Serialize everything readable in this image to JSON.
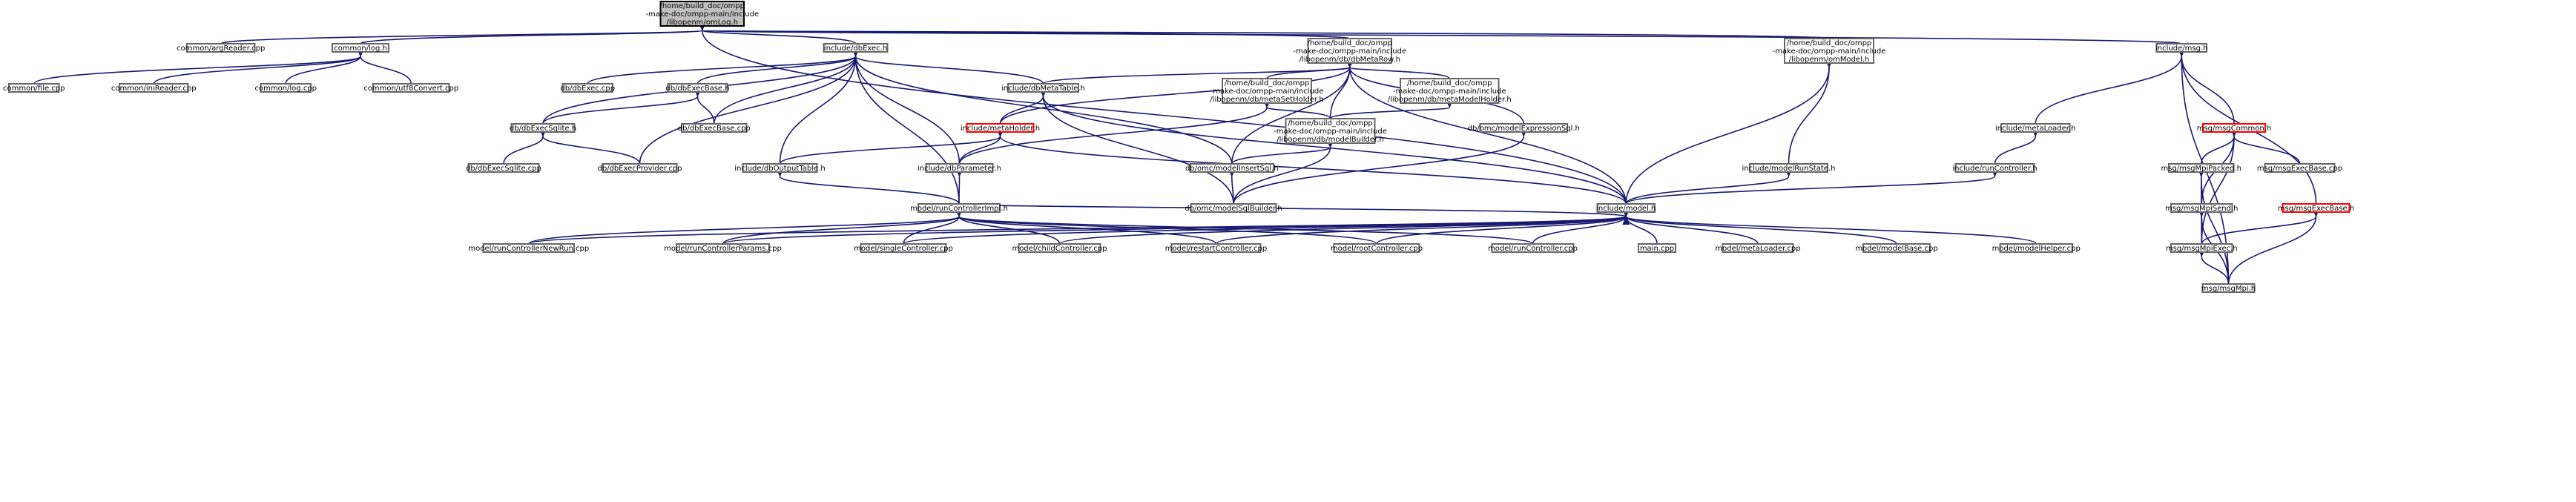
{
  "nodes": [
    {
      "id": "root",
      "lines": [
        "/home/build_doc/ompp",
        "-make-doc/ompp-main/include",
        "/libopenm/omLog.h"
      ],
      "kind": "root"
    },
    {
      "id": "argReader",
      "lines": [
        "common/argReader.cpp"
      ],
      "kind": "normal"
    },
    {
      "id": "log_h",
      "lines": [
        "common/log.h"
      ],
      "kind": "normal"
    },
    {
      "id": "dbExec_h",
      "lines": [
        "include/dbExec.h"
      ],
      "kind": "normal"
    },
    {
      "id": "dbMetaRow",
      "lines": [
        "/home/build_doc/ompp",
        "-make-doc/ompp-main/include",
        "/libopenm/db/dbMetaRow.h"
      ],
      "kind": "normal"
    },
    {
      "id": "omModel_h",
      "lines": [
        "/home/build_doc/ompp",
        "-make-doc/ompp-main/include",
        "/libopenm/omModel.h"
      ],
      "kind": "normal"
    },
    {
      "id": "msg_h",
      "lines": [
        "include/msg.h"
      ],
      "kind": "normal"
    },
    {
      "id": "file_cpp",
      "lines": [
        "common/file.cpp"
      ],
      "kind": "normal"
    },
    {
      "id": "iniReader",
      "lines": [
        "common/iniReader.cpp"
      ],
      "kind": "normal"
    },
    {
      "id": "log_cpp",
      "lines": [
        "common/log.cpp"
      ],
      "kind": "normal"
    },
    {
      "id": "utf8",
      "lines": [
        "common/utf8Convert.cpp"
      ],
      "kind": "normal"
    },
    {
      "id": "dbExec_cpp",
      "lines": [
        "db/dbExec.cpp"
      ],
      "kind": "normal"
    },
    {
      "id": "dbExecBase_h",
      "lines": [
        "db/dbExecBase.h"
      ],
      "kind": "normal"
    },
    {
      "id": "dbMetaTable",
      "lines": [
        "include/dbMetaTable.h"
      ],
      "kind": "normal"
    },
    {
      "id": "metaSetHolder",
      "lines": [
        "/home/build_doc/ompp",
        "-make-doc/ompp-main/include",
        "/libopenm/db/metaSetHolder.h"
      ],
      "kind": "normal"
    },
    {
      "id": "metaModelHolder",
      "lines": [
        "/home/build_doc/ompp",
        "-make-doc/ompp-main/include",
        "/libopenm/db/metaModelHolder.h"
      ],
      "kind": "normal"
    },
    {
      "id": "dbExecSqlite_h",
      "lines": [
        "db/dbExecSqlite.h"
      ],
      "kind": "normal"
    },
    {
      "id": "dbExecBase_cpp",
      "lines": [
        "db/dbExecBase.cpp"
      ],
      "kind": "normal"
    },
    {
      "id": "metaHolder",
      "lines": [
        "include/metaHolder.h"
      ],
      "kind": "red"
    },
    {
      "id": "modelBuilder",
      "lines": [
        "/home/build_doc/ompp",
        "-make-doc/ompp-main/include",
        "/libopenm/db/modelBuilder.h"
      ],
      "kind": "normal"
    },
    {
      "id": "modelExprSql",
      "lines": [
        "db/omc/modelExpressionSql.h"
      ],
      "kind": "normal"
    },
    {
      "id": "metaLoader_h",
      "lines": [
        "include/metaLoader.h"
      ],
      "kind": "normal"
    },
    {
      "id": "msgCommon",
      "lines": [
        "msg/msgCommon.h"
      ],
      "kind": "red"
    },
    {
      "id": "dbExecSqlite_cpp",
      "lines": [
        "db/dbExecSqlite.cpp"
      ],
      "kind": "normal"
    },
    {
      "id": "dbExecProvider",
      "lines": [
        "db/dbExecProvider.cpp"
      ],
      "kind": "normal"
    },
    {
      "id": "dbOutputTable",
      "lines": [
        "include/dbOutputTable.h"
      ],
      "kind": "normal"
    },
    {
      "id": "dbParameter",
      "lines": [
        "include/dbParameter.h"
      ],
      "kind": "normal"
    },
    {
      "id": "modelInsertSql",
      "lines": [
        "db/omc/modelInsertSql.h"
      ],
      "kind": "normal"
    },
    {
      "id": "modelRunState",
      "lines": [
        "include/modelRunState.h"
      ],
      "kind": "normal"
    },
    {
      "id": "runController_h",
      "lines": [
        "include/runController.h"
      ],
      "kind": "normal"
    },
    {
      "id": "msgMpiPacked",
      "lines": [
        "msg/msgMpiPacked.h"
      ],
      "kind": "normal"
    },
    {
      "id": "msgExecBase_cpp",
      "lines": [
        "msg/msgExecBase.cpp"
      ],
      "kind": "normal"
    },
    {
      "id": "runCtrlImpl",
      "lines": [
        "model/runControllerImpl.h"
      ],
      "kind": "normal"
    },
    {
      "id": "modelSqlBuilder",
      "lines": [
        "db/omc/modelSqlBuilder.h"
      ],
      "kind": "normal"
    },
    {
      "id": "model_h",
      "lines": [
        "include/model.h"
      ],
      "kind": "normal"
    },
    {
      "id": "msgMpiSend",
      "lines": [
        "msg/msgMpiSend.h"
      ],
      "kind": "normal"
    },
    {
      "id": "msgExecBase_h",
      "lines": [
        "msg/msgExecBase.h"
      ],
      "kind": "red"
    },
    {
      "id": "runCtrlNewRun",
      "lines": [
        "model/runControllerNewRun.cpp"
      ],
      "kind": "normal"
    },
    {
      "id": "runCtrlParams",
      "lines": [
        "model/runControllerParams.cpp"
      ],
      "kind": "normal"
    },
    {
      "id": "singleCtrl",
      "lines": [
        "model/singleController.cpp"
      ],
      "kind": "normal"
    },
    {
      "id": "childCtrl",
      "lines": [
        "model/childController.cpp"
      ],
      "kind": "normal"
    },
    {
      "id": "restartCtrl",
      "lines": [
        "model/restartController.cpp"
      ],
      "kind": "normal"
    },
    {
      "id": "rootCtrl",
      "lines": [
        "model/rootController.cpp"
      ],
      "kind": "normal"
    },
    {
      "id": "runCtrl_cpp",
      "lines": [
        "model/runController.cpp"
      ],
      "kind": "normal"
    },
    {
      "id": "main_cpp",
      "lines": [
        "main.cpp"
      ],
      "kind": "normal"
    },
    {
      "id": "metaLoader_cpp",
      "lines": [
        "model/metaLoader.cpp"
      ],
      "kind": "normal"
    },
    {
      "id": "modelBase",
      "lines": [
        "model/modelBase.cpp"
      ],
      "kind": "normal"
    },
    {
      "id": "modelHelper",
      "lines": [
        "model/modelHelper.cpp"
      ],
      "kind": "normal"
    },
    {
      "id": "msgMpiExec",
      "lines": [
        "msg/msgMpiExec.h"
      ],
      "kind": "normal"
    },
    {
      "id": "msgMpi_h",
      "lines": [
        "msg/msgMpi.h"
      ],
      "kind": "normal"
    }
  ],
  "edges": [
    [
      "root",
      "argReader"
    ],
    [
      "root",
      "log_h"
    ],
    [
      "root",
      "dbExec_h"
    ],
    [
      "root",
      "dbMetaRow"
    ],
    [
      "root",
      "omModel_h"
    ],
    [
      "root",
      "msg_h"
    ],
    [
      "root",
      "model_h"
    ],
    [
      "log_h",
      "file_cpp"
    ],
    [
      "log_h",
      "iniReader"
    ],
    [
      "log_h",
      "log_cpp"
    ],
    [
      "log_h",
      "utf8"
    ],
    [
      "dbExec_h",
      "dbExec_cpp"
    ],
    [
      "dbExec_h",
      "dbExecBase_h"
    ],
    [
      "dbExec_h",
      "dbMetaTable"
    ],
    [
      "dbExec_h",
      "dbExecSqlite_h"
    ],
    [
      "dbExec_h",
      "dbExecBase_cpp"
    ],
    [
      "dbExec_h",
      "dbExecProvider"
    ],
    [
      "dbExec_h",
      "dbOutputTable"
    ],
    [
      "dbExec_h",
      "dbParameter"
    ],
    [
      "dbExec_h",
      "modelInsertSql"
    ],
    [
      "dbExec_h",
      "runCtrlImpl"
    ],
    [
      "dbExecBase_h",
      "dbExecSqlite_h"
    ],
    [
      "dbExecBase_h",
      "dbExecBase_cpp"
    ],
    [
      "dbExecSqlite_h",
      "dbExecSqlite_cpp"
    ],
    [
      "dbExecSqlite_h",
      "dbExecProvider"
    ],
    [
      "dbMetaRow",
      "dbMetaTable"
    ],
    [
      "dbMetaRow",
      "metaSetHolder"
    ],
    [
      "dbMetaRow",
      "metaModelHolder"
    ],
    [
      "dbMetaRow",
      "metaHolder"
    ],
    [
      "dbMetaRow",
      "modelBuilder"
    ],
    [
      "dbMetaRow",
      "modelExprSql"
    ],
    [
      "dbMetaRow",
      "modelInsertSql"
    ],
    [
      "dbMetaRow",
      "model_h"
    ],
    [
      "dbMetaTable",
      "metaHolder"
    ],
    [
      "dbMetaTable",
      "modelSqlBuilder"
    ],
    [
      "dbMetaTable",
      "model_h"
    ],
    [
      "metaSetHolder",
      "modelBuilder"
    ],
    [
      "metaSetHolder",
      "dbParameter"
    ],
    [
      "metaModelHolder",
      "modelBuilder"
    ],
    [
      "modelBuilder",
      "modelInsertSql"
    ],
    [
      "modelBuilder",
      "modelSqlBuilder"
    ],
    [
      "modelExprSql",
      "modelSqlBuilder"
    ],
    [
      "modelInsertSql",
      "modelSqlBuilder"
    ],
    [
      "metaHolder",
      "dbOutputTable"
    ],
    [
      "metaHolder",
      "dbParameter"
    ],
    [
      "metaHolder",
      "model_h"
    ],
    [
      "dbOutputTable",
      "runCtrlImpl"
    ],
    [
      "dbParameter",
      "runCtrlImpl"
    ],
    [
      "omModel_h",
      "modelRunState"
    ],
    [
      "omModel_h",
      "model_h"
    ],
    [
      "modelRunState",
      "model_h"
    ],
    [
      "runController_h",
      "model_h"
    ],
    [
      "msg_h",
      "metaLoader_h"
    ],
    [
      "msg_h",
      "msgCommon"
    ],
    [
      "msg_h",
      "msgExecBase_h"
    ],
    [
      "msg_h",
      "msgMpi_h"
    ],
    [
      "metaLoader_h",
      "runController_h"
    ],
    [
      "msgCommon",
      "msgMpiPacked"
    ],
    [
      "msgCommon",
      "msgExecBase_cpp"
    ],
    [
      "msgCommon",
      "msgMpiSend"
    ],
    [
      "msgCommon",
      "msgMpiExec"
    ],
    [
      "msgMpiPacked",
      "msgMpiSend"
    ],
    [
      "msgMpiPacked",
      "msgMpiExec"
    ],
    [
      "msgMpiPacked",
      "msgMpi_h"
    ],
    [
      "msgMpiSend",
      "msgMpiExec"
    ],
    [
      "msgMpiSend",
      "msgMpi_h"
    ],
    [
      "msgExecBase_h",
      "msgMpiExec"
    ],
    [
      "msgExecBase_h",
      "msgMpi_h"
    ],
    [
      "msgMpiExec",
      "msgMpi_h"
    ],
    [
      "runCtrlImpl",
      "runCtrlNewRun"
    ],
    [
      "runCtrlImpl",
      "runCtrlParams"
    ],
    [
      "runCtrlImpl",
      "singleCtrl"
    ],
    [
      "runCtrlImpl",
      "childCtrl"
    ],
    [
      "runCtrlImpl",
      "restartCtrl"
    ],
    [
      "runCtrlImpl",
      "rootCtrl"
    ],
    [
      "runCtrlImpl",
      "runCtrl_cpp"
    ],
    [
      "model_h",
      "runCtrlImpl"
    ],
    [
      "model_h",
      "runCtrlNewRun"
    ],
    [
      "model_h",
      "runCtrlParams"
    ],
    [
      "model_h",
      "singleCtrl"
    ],
    [
      "model_h",
      "childCtrl"
    ],
    [
      "model_h",
      "restartCtrl"
    ],
    [
      "model_h",
      "rootCtrl"
    ],
    [
      "model_h",
      "runCtrl_cpp"
    ],
    [
      "model_h",
      "main_cpp"
    ],
    [
      "model_h",
      "metaLoader_cpp"
    ],
    [
      "model_h",
      "modelBase"
    ],
    [
      "model_h",
      "modelHelper"
    ]
  ]
}
